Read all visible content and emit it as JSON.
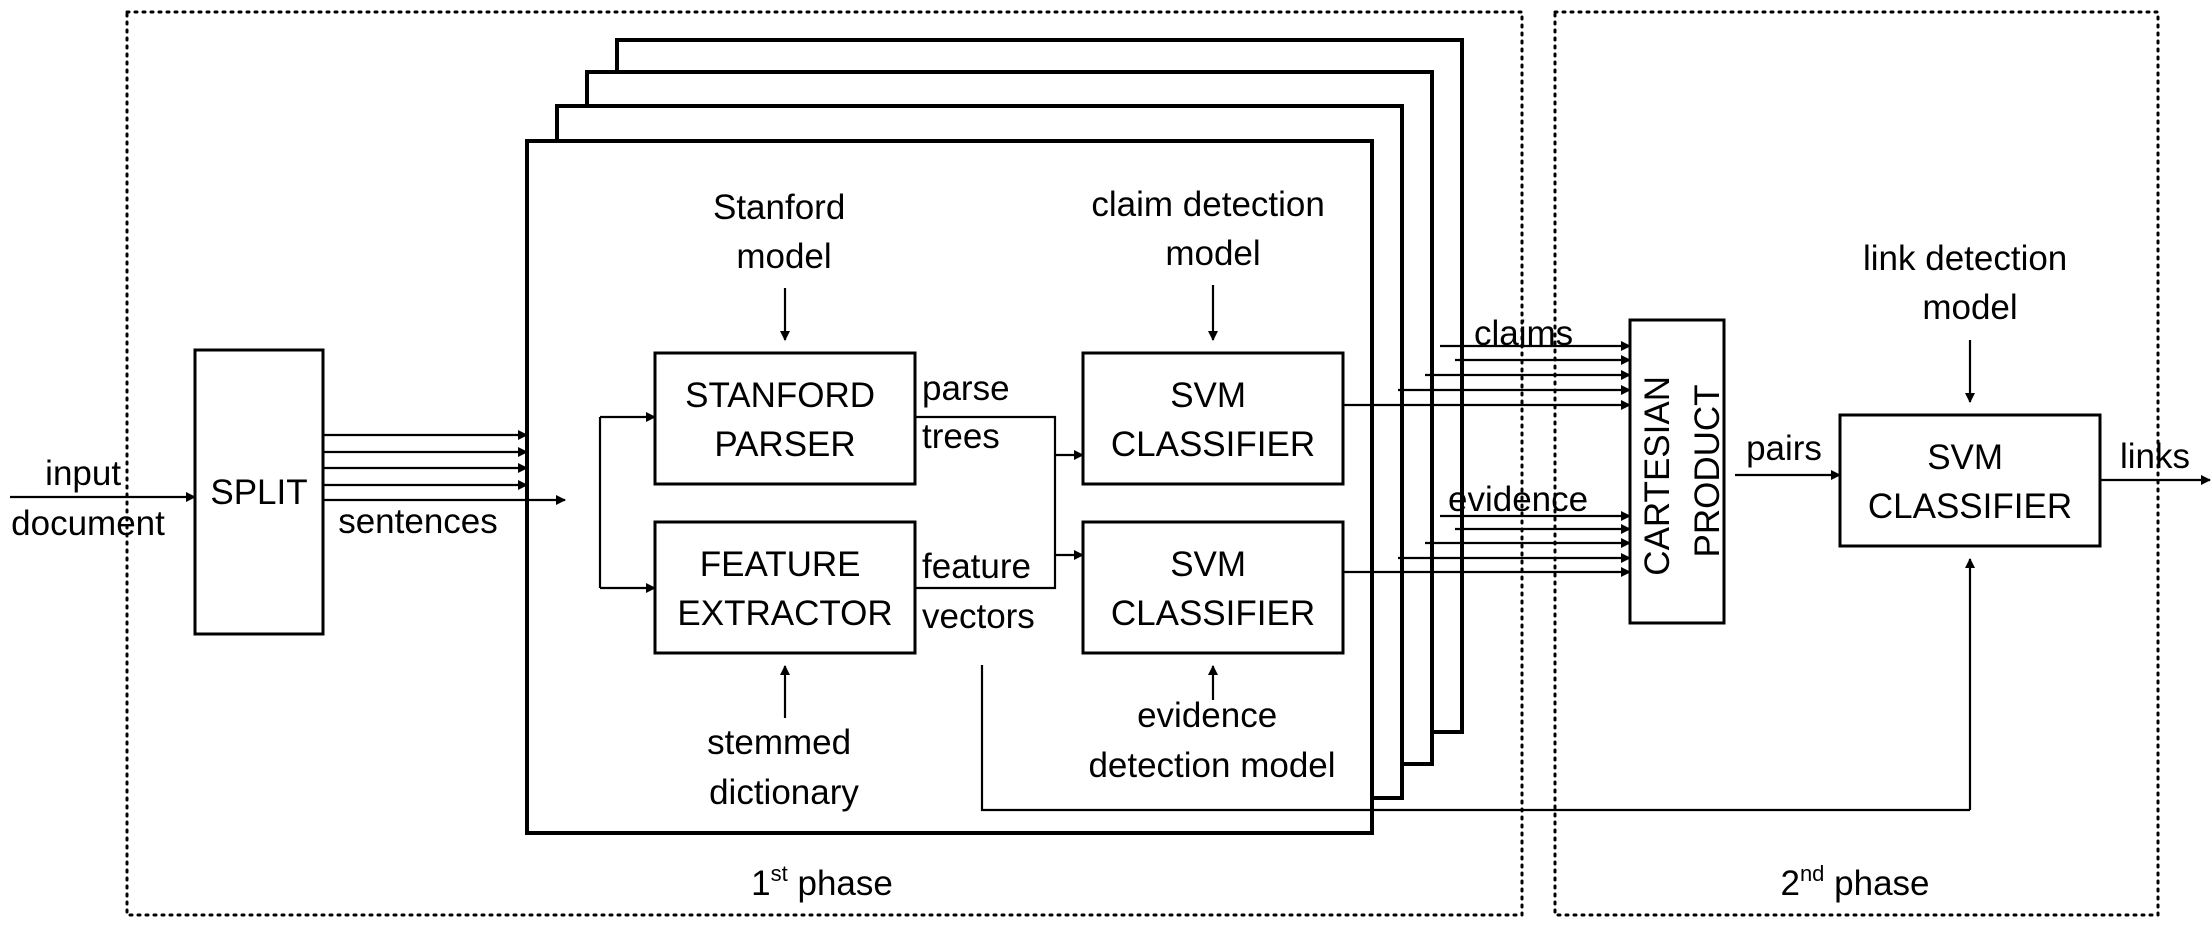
{
  "inputs": {
    "input_document": [
      "input",
      "document"
    ],
    "sentences": "sentences"
  },
  "boxes": {
    "split": "SPLIT",
    "stanford_parser": [
      "STANFORD",
      "PARSER"
    ],
    "feature_extractor": [
      "FEATURE",
      "EXTRACTOR"
    ],
    "svm_claims": [
      "SVM",
      "CLASSIFIER"
    ],
    "svm_evidence": [
      "SVM",
      "CLASSIFIER"
    ],
    "cartesian_product": [
      "CARTESIAN",
      "PRODUCT"
    ],
    "svm_links": [
      "SVM",
      "CLASSIFIER"
    ]
  },
  "models": {
    "stanford_model": [
      "Stanford",
      "model"
    ],
    "claim_detection_model": [
      "claim detection",
      "model"
    ],
    "stemmed_dictionary": [
      "stemmed",
      "dictionary"
    ],
    "evidence_detection_model": [
      "evidence",
      "detection model"
    ],
    "link_detection_model": [
      "link detection",
      "model"
    ]
  },
  "edges": {
    "parse_trees": [
      "parse",
      "trees"
    ],
    "feature_vectors": [
      "feature",
      "vectors"
    ],
    "claims": "claims",
    "evidence": "evidence",
    "pairs": "pairs",
    "links": "links"
  },
  "phases": {
    "phase1": {
      "num": "1",
      "sup": "st",
      "word": " phase"
    },
    "phase2": {
      "num": "2",
      "sup": "nd",
      "word": " phase"
    }
  }
}
